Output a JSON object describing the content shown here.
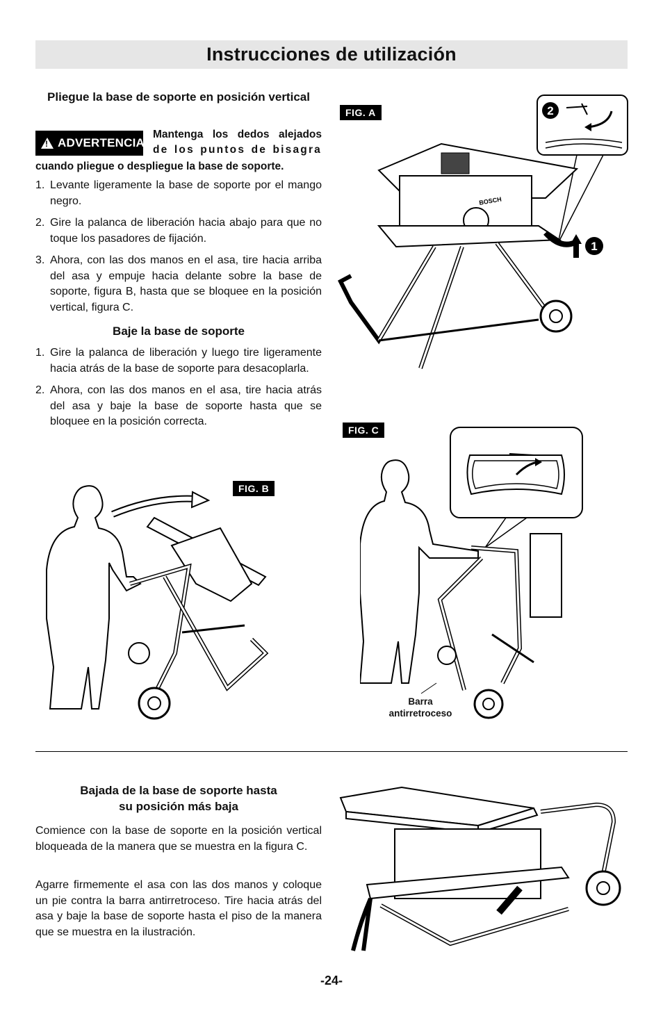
{
  "title": "Instrucciones de utilización",
  "section1": {
    "heading": "Pliegue la base de soporte en posición vertical",
    "warning_label": "ADVERTENCIA",
    "warning_text_line1": "Mantenga los dedos alejados",
    "warning_text_line2": "de los puntos de bisagra",
    "warning_text_line3": "cuando pliegue o despliegue la base de soporte.",
    "steps": [
      {
        "num": "1.",
        "text": "Levante ligeramente la base de soporte por el mango negro."
      },
      {
        "num": "2.",
        "text": "Gire la palanca de liberación hacia abajo para que no toque los pasadores de fijación."
      },
      {
        "num": "3.",
        "text": "Ahora, con las dos manos en el asa, tire hacia arriba del asa y empuje hacia delante sobre la base de soporte, figura B, hasta que se bloquee en la posición vertical, figura C."
      }
    ]
  },
  "section2": {
    "heading": "Baje la base de soporte",
    "steps": [
      {
        "num": "1.",
        "text": "Gire la palanca de liberación y luego tire ligeramente hacia atrás de la base de soporte para desacoplarla."
      },
      {
        "num": "2.",
        "text": "Ahora, con las dos manos en el asa, tire hacia atrás del asa y baje la base de soporte hasta que se bloquee en la posición correcta."
      }
    ]
  },
  "figures": {
    "fig_a": "FIG. A",
    "fig_b": "FIG. B",
    "fig_c": "FIG. C",
    "fig_c_caption_line1": "Barra",
    "fig_c_caption_line2": "antirretroceso",
    "callout_1": "1",
    "callout_2": "2",
    "brand": "BOSCH"
  },
  "section3": {
    "heading_line1": "Bajada de la base de soporte hasta",
    "heading_line2": "su posición más baja",
    "para1": "Comience con la base de soporte en la posición vertical bloqueada de la manera que se muestra en la figura C.",
    "para2": "Agarre firmemente el asa con las dos manos y coloque un pie contra la barra antirretroceso. Tire hacia atrás del asa y baje la base de soporte hasta el piso de la manera que se muestra en la ilustración."
  },
  "page_number": "-24-"
}
